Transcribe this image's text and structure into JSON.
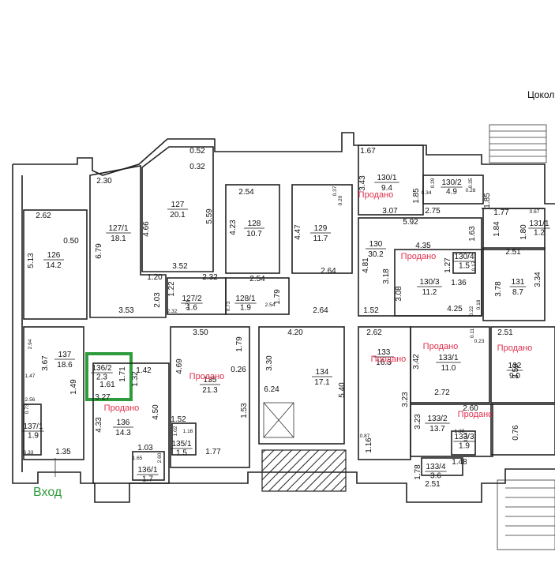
{
  "heading": "Цокол",
  "entrance": "Вход",
  "sold_label": "Продано",
  "highlight_color": "#2e9c3c",
  "sold_color": "#e0304e",
  "rooms": [
    {
      "id": "126",
      "area": "14.2"
    },
    {
      "id": "127/1",
      "area": "18.1"
    },
    {
      "id": "127",
      "area": "20.1"
    },
    {
      "id": "128",
      "area": "10.7"
    },
    {
      "id": "129",
      "area": "11.7"
    },
    {
      "id": "130/1",
      "area": "9.4"
    },
    {
      "id": "130/2",
      "area": "4.9"
    },
    {
      "id": "130",
      "area": "30.2"
    },
    {
      "id": "130/3",
      "area": "11.2"
    },
    {
      "id": "130/4",
      "area": "1.5"
    },
    {
      "id": "131",
      "area": "8.7"
    },
    {
      "id": "131/1",
      "area": "1.2"
    },
    {
      "id": "127/2",
      "area": "1.6"
    },
    {
      "id": "128/1",
      "area": "1.9"
    },
    {
      "id": "137",
      "area": "18.6"
    },
    {
      "id": "137/1",
      "area": "1.9"
    },
    {
      "id": "136/2",
      "area": "2.3"
    },
    {
      "id": "135",
      "area": "21.3"
    },
    {
      "id": "134",
      "area": "17.1"
    },
    {
      "id": "133",
      "area": "16.3"
    },
    {
      "id": "133/1",
      "area": "11.0"
    },
    {
      "id": "132",
      "area": "9.0"
    },
    {
      "id": "136",
      "area": "14.3"
    },
    {
      "id": "135/1",
      "area": "1.5"
    },
    {
      "id": "136/1",
      "area": "1.7"
    },
    {
      "id": "133/2",
      "area": "13.7"
    },
    {
      "id": "133/3",
      "area": "1.9"
    },
    {
      "id": "133/4",
      "area": "3.6"
    }
  ],
  "dimensions": [
    "2.30",
    "2.62",
    "0.50",
    "5.13",
    "6.79",
    "4.66",
    "0.52",
    "0.32",
    "5.59",
    "2.54",
    "4.23",
    "4.47",
    "0.37",
    "0.20",
    "1.67",
    "3.43",
    "1.85",
    "0.29",
    "0.34",
    "0.35",
    "0.28",
    "1.85",
    "3.07",
    "2.75",
    "5.92",
    "1.63",
    "1.84",
    "1.77",
    "0.67",
    "1.80",
    "2.51",
    "3.34",
    "4.35",
    "1.27",
    "0.17",
    "1.36",
    "3.18",
    "3.08",
    "4.81",
    "3.78",
    "4.25",
    "0.18",
    "0.22",
    "1.52",
    "2.64",
    "1.79",
    "2.64",
    "2.54",
    "3.52",
    "2.32",
    "1.20",
    "1.22",
    "2.03",
    "0.71",
    "0.73",
    "2.54",
    "3.53",
    "2.32",
    "3.50",
    "4.20",
    "2.62",
    "0.11",
    "0.23",
    "2.51",
    "1.79",
    "0.26",
    "4.69",
    "3.30",
    "5.40",
    "3.42",
    "3.59",
    "2.94",
    "3.67",
    "1.47",
    "2.56",
    "0.73",
    "6.33",
    "1.49",
    "1.42",
    "1.32",
    "1.71",
    "1.61",
    "3.27",
    "4.33",
    "4.50",
    "1.53",
    "6.24",
    "3.23",
    "2.72",
    "3.23",
    "2.60",
    "0.76",
    "0.87",
    "1.16",
    "1.52",
    "1.02",
    "1.16",
    "1.03",
    "1.65",
    "2.60",
    "1.77",
    "1.35",
    "1.30",
    "3.14",
    "1.48",
    "1.78",
    "2.51"
  ]
}
